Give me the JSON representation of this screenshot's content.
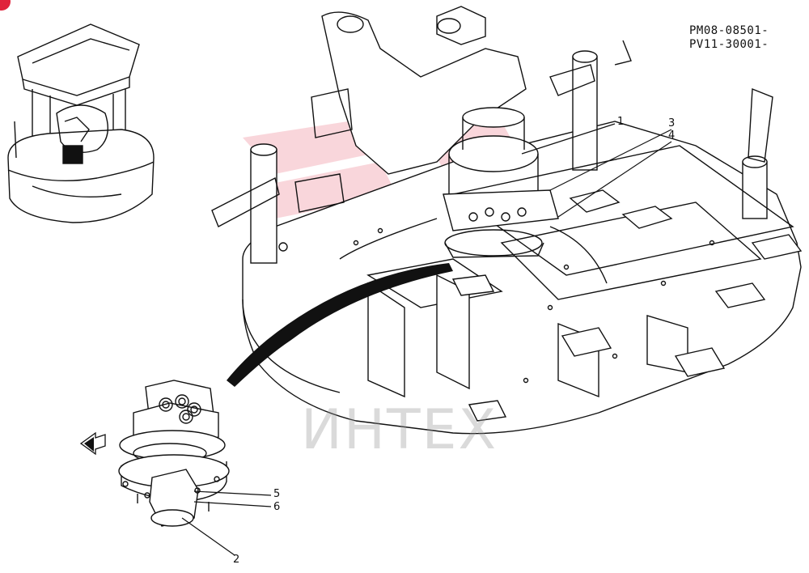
{
  "serial_numbers": [
    "PM08-08501-",
    "PV11-30001-"
  ],
  "callouts": [
    {
      "id": "1",
      "label": "1"
    },
    {
      "id": "2",
      "label": "2"
    },
    {
      "id": "3",
      "label": "3"
    },
    {
      "id": "4",
      "label": "4"
    },
    {
      "id": "5",
      "label": "5"
    },
    {
      "id": "6",
      "label": "6"
    }
  ],
  "watermark": {
    "text": "ИНТЕХ",
    "color": "#e84a5f"
  },
  "colors": {
    "line": "#111111",
    "badge": "#e0233b"
  }
}
